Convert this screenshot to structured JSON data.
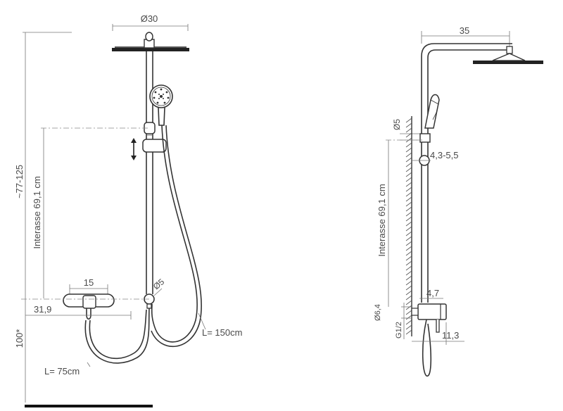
{
  "front_view": {
    "head_diameter": "Ø30",
    "total_height": "~77-125",
    "interaxis": "Interasse 69,1 cm",
    "mixer_width": "15",
    "bar_diameter": "Ø5",
    "mixer_offset": "31,9",
    "floor_height": "100*",
    "hose_long": "L= 150cm",
    "hose_short": "L= 75cm"
  },
  "side_view": {
    "arm_length": "35",
    "pipe_diameter": "Ø5",
    "bracket_range": "4,3-5,5",
    "interaxis": "Interasse 69,1 cm",
    "inlet_depth": "4,7",
    "inlet_diameter": "Ø6,4",
    "thread": "G1/2",
    "mixer_depth": "11,3"
  }
}
